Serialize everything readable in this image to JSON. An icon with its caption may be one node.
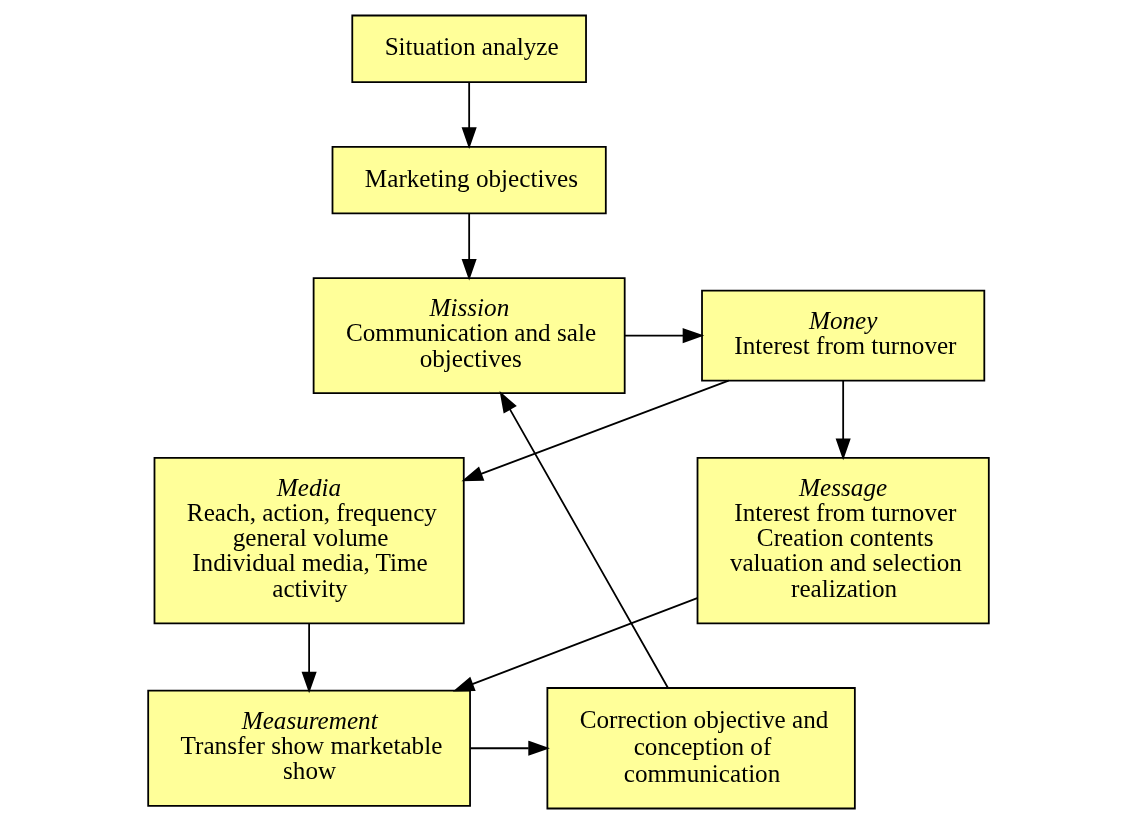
{
  "diagram": {
    "nodes": [
      {
        "text": [
          "Situation analyze"
        ]
      },
      {
        "text": [
          "Marketing objectives"
        ]
      },
      {
        "text": [
          "Mission",
          "Communication and sale objectives"
        ]
      },
      {
        "text": [
          "Money",
          "Interest from turnover"
        ]
      },
      {
        "text": [
          "Message",
          "Interest from turnover",
          "Creation contents valuation and selection realization"
        ]
      },
      {
        "text": [
          "Media",
          "Reach, action, frequency general volume Individual media, Time activity"
        ]
      },
      {
        "text": [
          "Correction objective and conception of communication"
        ]
      },
      {
        "text": [
          "Measurement",
          "Transfer show marketable show"
        ]
      }
    ],
    "edges": [
      {
        "from": 0,
        "to": 1,
        "arrow": "to"
      },
      {
        "from": 1,
        "to": 2,
        "arrow": "to"
      },
      {
        "from": 2,
        "to": 3,
        "arrow": "to"
      },
      {
        "from": 3,
        "to": 4,
        "arrow": "to"
      },
      {
        "from": 3,
        "to": 5,
        "arrow": "to"
      },
      {
        "from": 4,
        "to": 7,
        "arrow": "to"
      },
      {
        "from": 5,
        "to": 7,
        "arrow": "to"
      },
      {
        "from": 7,
        "to": 6,
        "arrow": "to"
      },
      {
        "from": 6,
        "to": 2,
        "arrow": "to"
      }
    ]
  }
}
